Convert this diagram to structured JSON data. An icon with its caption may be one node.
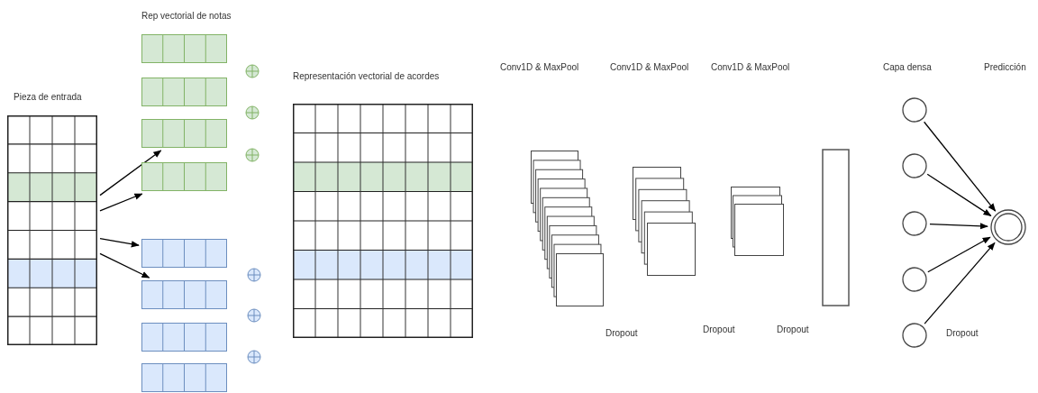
{
  "diagram": {
    "nodes": [
      {
        "text": [
          "Pieza de entrada"
        ]
      },
      {
        "text": [],
        "shape": "box"
      },
      {
        "text": [],
        "shape": "box"
      },
      {
        "text": [],
        "shape": "box"
      },
      {
        "text": [],
        "shape": "box"
      },
      {
        "text": [],
        "shape": "box"
      },
      {
        "text": [],
        "shape": "box"
      },
      {
        "text": [],
        "shape": "box"
      },
      {
        "text": [],
        "shape": "box"
      },
      {
        "text": [
          "Representación vectorial de acordes"
        ]
      },
      {
        "text": [],
        "shape": "box"
      },
      {
        "text": [],
        "shape": "box"
      },
      {
        "text": [],
        "shape": "box"
      },
      {
        "text": [],
        "shape": "bar"
      },
      {
        "text": [],
        "shape": "circle"
      },
      {
        "text": [],
        "shape": "circle"
      },
      {
        "text": [],
        "shape": "circle"
      },
      {
        "text": [],
        "shape": "circle"
      },
      {
        "text": [],
        "shape": "circle"
      },
      {
        "text": [],
        "shape": "circle"
      }
    ],
    "edges": [
      {
        "from": 0,
        "to": 3,
        "arrow": "to"
      },
      {
        "from": 0,
        "to": 4,
        "arrow": "to"
      },
      {
        "from": 0,
        "to": 5,
        "arrow": "to"
      },
      {
        "from": 0,
        "to": 6,
        "arrow": "to"
      },
      {
        "from": 14,
        "to": 19,
        "arrow": "to"
      },
      {
        "from": 15,
        "to": 19,
        "arrow": "to"
      },
      {
        "from": 16,
        "to": 19,
        "arrow": "to"
      },
      {
        "from": 17,
        "to": 19,
        "arrow": "to"
      },
      {
        "from": 18,
        "to": 19,
        "arrow": "to"
      }
    ],
    "labels": [
      "Rep vectorial de notas",
      "Conv1D & MaxPool",
      "Conv1D & MaxPool",
      "Conv1D & MaxPool",
      "Capa densa",
      "Predicción",
      "Dropout",
      "Dropout",
      "Dropout",
      "Dropout"
    ]
  }
}
